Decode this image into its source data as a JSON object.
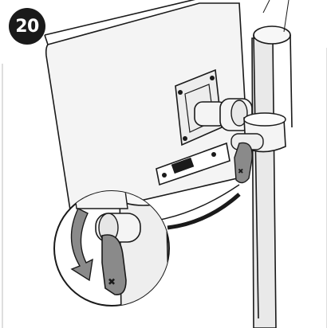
{
  "step": {
    "number": "20"
  },
  "colors": {
    "line": "#1a1a1a",
    "monitor_fill": "#f4f4f4",
    "pole_fill": "#e9e9e9",
    "lever_fill": "#8a8a8a",
    "arrow_fill": "#8a8a8a",
    "background": "#ffffff"
  },
  "icons": [
    "step-badge",
    "monitor",
    "pole",
    "clamp",
    "lever",
    "rotation-arrow",
    "magnifier-circle"
  ]
}
